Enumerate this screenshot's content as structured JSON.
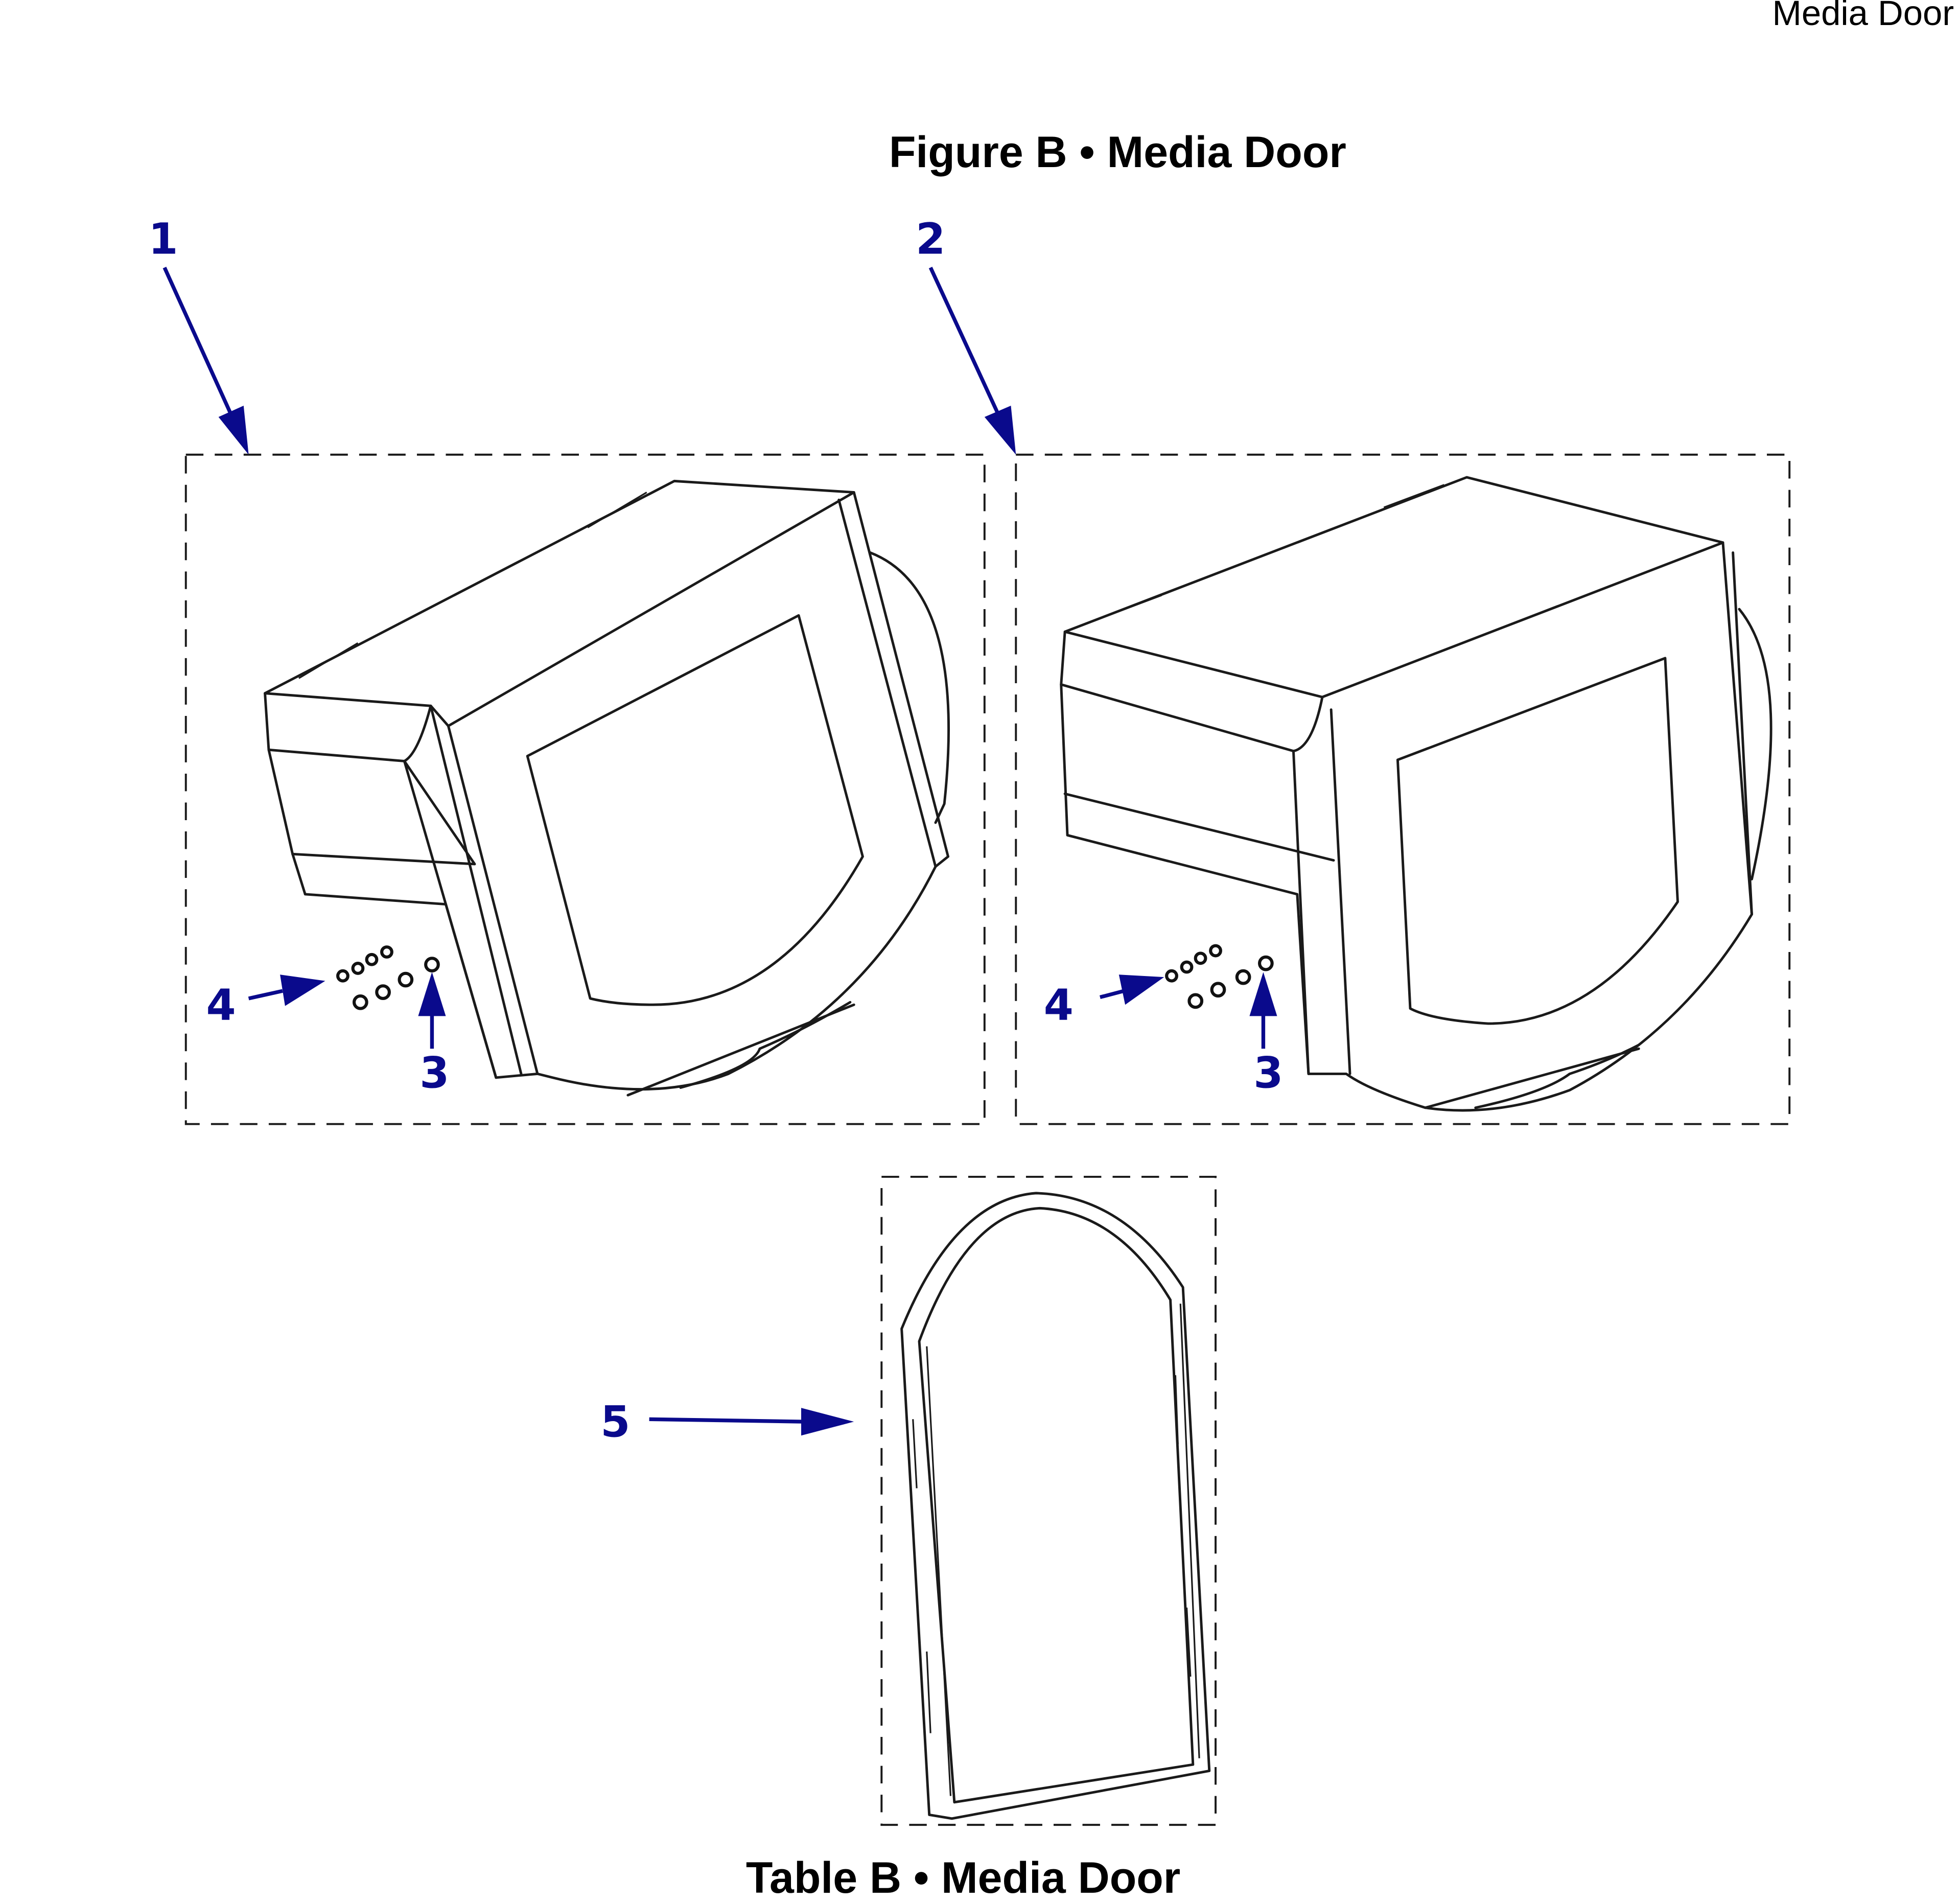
{
  "header": {
    "section": "Media Door"
  },
  "figure": {
    "title": "Figure B • Media Door"
  },
  "table": {
    "title": "Table B • Media Door"
  },
  "callouts": {
    "c1": "1",
    "c2": "2",
    "c3a": "3",
    "c3b": "3",
    "c4a": "4",
    "c4b": "4",
    "c5": "5"
  },
  "colors": {
    "callout": "#0a0a8c",
    "line": "#1a1a1a"
  }
}
